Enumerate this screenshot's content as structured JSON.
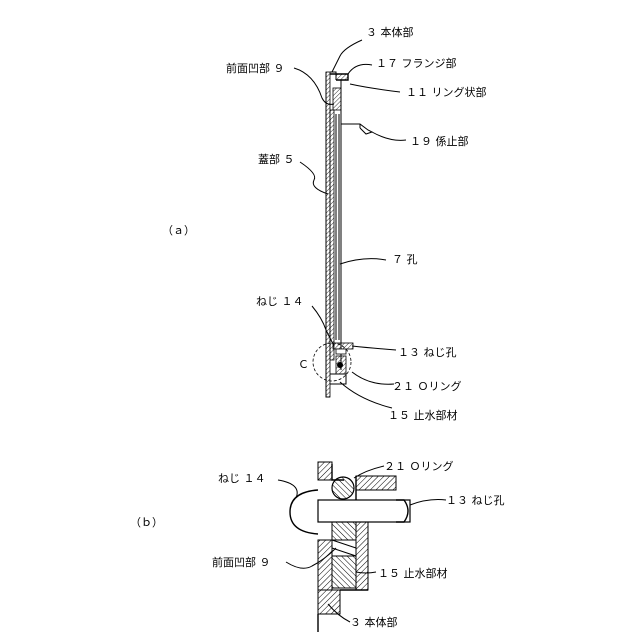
{
  "panel_a": {
    "tag": "（ａ）",
    "labels": {
      "body": "３ 本体部",
      "flange": "１７ フランジ部",
      "ring": "１１ リング状部",
      "catch": "１９ 係止部",
      "front_recess": "前面凹部 ９",
      "lid": "蓋部 ５",
      "hole": "７ 孔",
      "screw": "ねじ １４",
      "detail": "Ｃ",
      "screw_hole": "１３ ねじ孔",
      "oring": "２１ Ｏリング",
      "seal": "１５ 止水部材"
    }
  },
  "panel_b": {
    "tag": "（ｂ）",
    "labels": {
      "oring": "２１ Ｏリング",
      "screw": "ねじ １４",
      "screw_hole": "１３ ねじ孔",
      "front_recess": "前面凹部 ９",
      "seal": "１５ 止水部材",
      "body": "３ 本体部"
    }
  }
}
